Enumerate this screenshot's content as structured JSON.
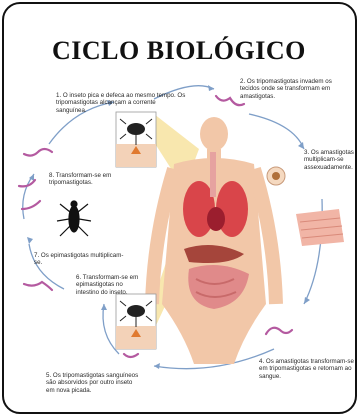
{
  "title": "CICLO BIOLÓGICO",
  "steps": [
    {
      "id": "1",
      "text": "1. O inseto pica e defeca ao mesmo tempo. Os tripomastigotas alcançam a corrente sanguínea."
    },
    {
      "id": "2",
      "text": "2. Os tripomastigotas invadem os tecidos onde se transformam em amastigotas."
    },
    {
      "id": "3",
      "text": "3. Os amastigotas multiplicam-se assexuadamente."
    },
    {
      "id": "4",
      "text": "4. Os amastigotas transformam-se em tripomastigotas e retornam ao sangue."
    },
    {
      "id": "5",
      "text": "5. Os tripomastigotas sanguíneos são absorvidos por outro inseto em nova picada."
    },
    {
      "id": "6",
      "text": "6. Transformam-se em epimastigotas no intestino do inseto."
    },
    {
      "id": "7",
      "text": "7. Os epimastigotas multiplicam-se."
    },
    {
      "id": "8",
      "text": "8. Transformam-se em tripomastigotas."
    }
  ],
  "colors": {
    "arrow": "#7f9fc8",
    "parasite": "#b45aa0",
    "body": "#f2c7a8",
    "highlight": "#f7e3a0"
  }
}
